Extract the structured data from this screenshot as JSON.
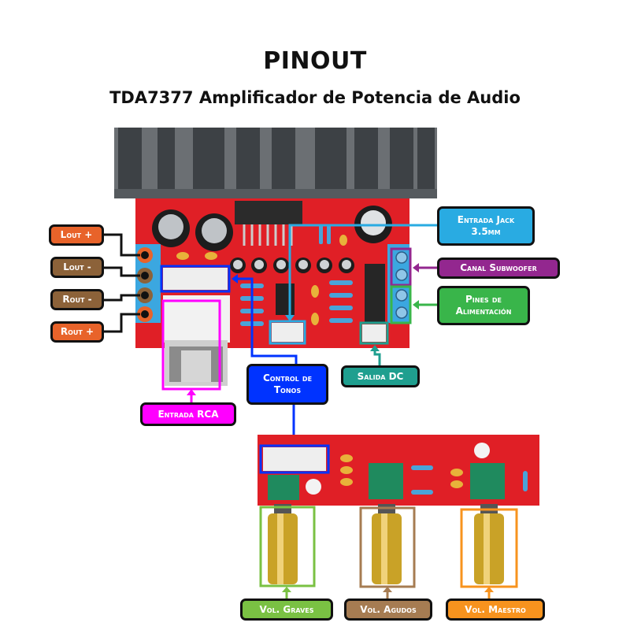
{
  "header": {
    "title": "PINOUT",
    "subtitle": "TDA7377 Amplificador de Potencia de Audio"
  },
  "labels": {
    "lout_plus": "Lout +",
    "lout_minus": "Lout -",
    "rout_minus": "Rout -",
    "rout_plus": "Rout +",
    "entrada_jack_1": "Entrada Jack",
    "entrada_jack_2": "3.5mm",
    "canal_subwoofer": "Canal Subwoofer",
    "pines_alim_1": "Pines de",
    "pines_alim_2": "Alimentación",
    "control_tonos_1": "Control de",
    "control_tonos_2": "Tonos",
    "salida_dc": "Salida DC",
    "entrada_rca": "Entrada RCA",
    "vol_graves": "Vol. Graves",
    "vol_agudos": "Vol. Agudos",
    "vol_maestro": "Vol. Maestro"
  },
  "colors": {
    "out_plus": "#e8632a",
    "out_minus": "#8c6239",
    "jack": "#29abe2",
    "subwoofer": "#93278f",
    "power": "#39b54a",
    "tone": "#0033ff",
    "dc_out": "#1f9f8f",
    "rca": "#ff00ff",
    "graves": "#7ac143",
    "agudos": "#a67c52",
    "maestro": "#f7931e",
    "pcb": "#e01f26"
  }
}
